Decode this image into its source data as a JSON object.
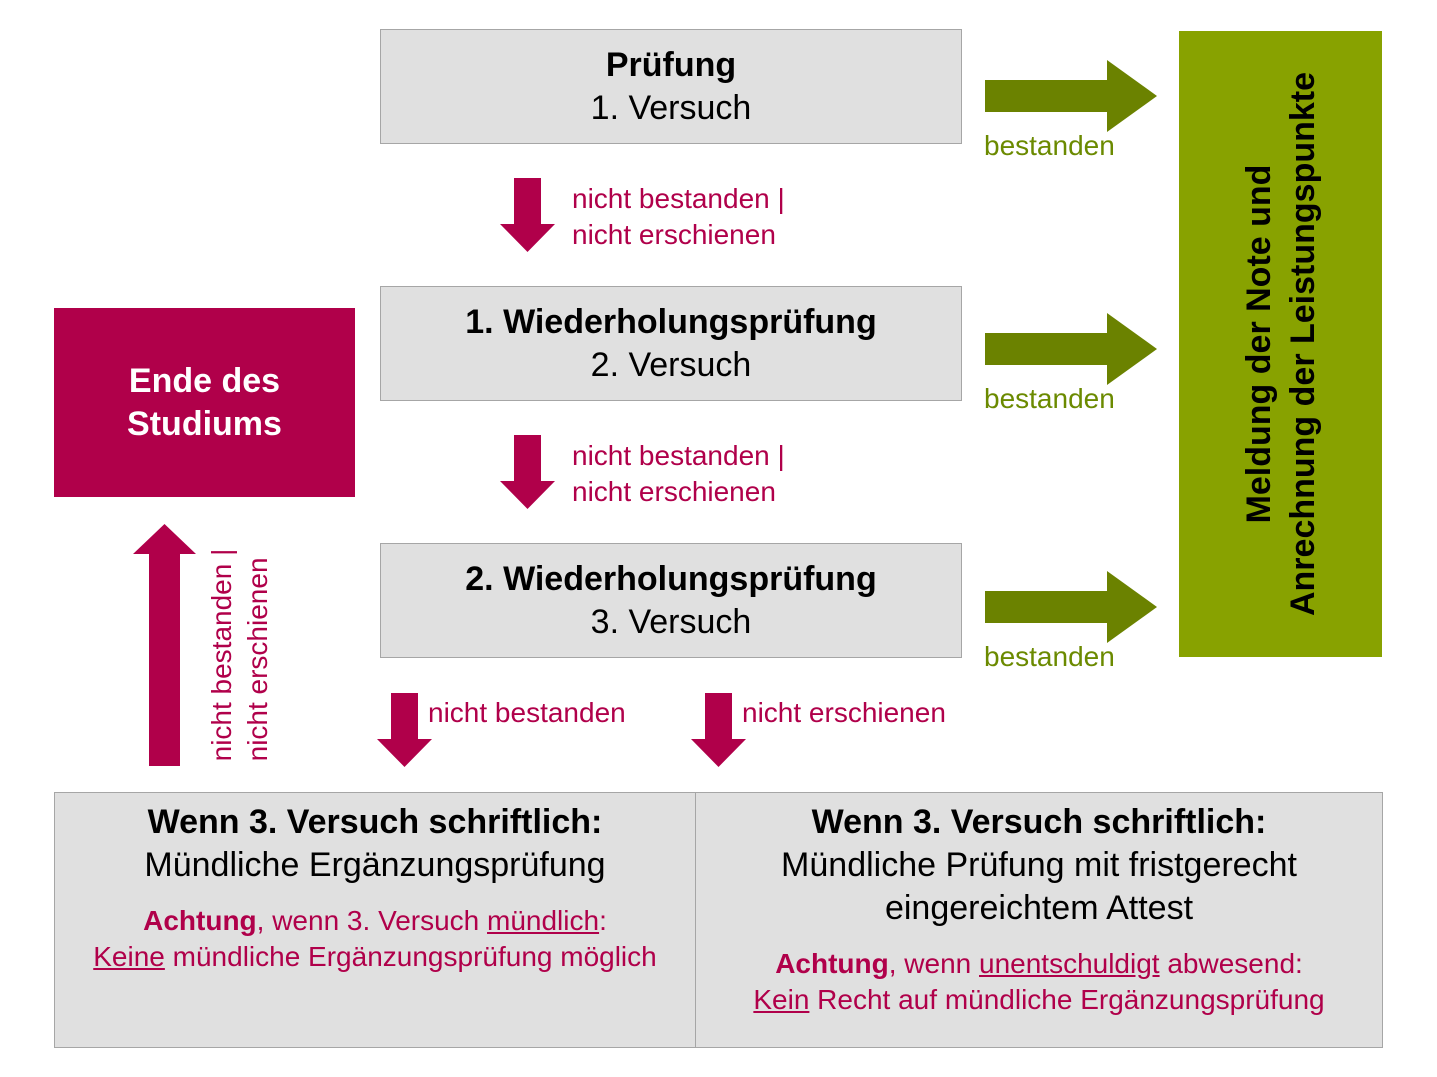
{
  "boxes": {
    "exam1": {
      "title": "Prüfung",
      "sub": "1. Versuch"
    },
    "exam2": {
      "title": "1. Wiederholungsprüfung",
      "sub": "2. Versuch"
    },
    "exam3": {
      "title": "2. Wiederholungsprüfung",
      "sub": "3. Versuch"
    }
  },
  "end_box": {
    "line1": "Ende des",
    "line2": "Studiums"
  },
  "green_box": {
    "line1": "Meldung der Note und",
    "line2": "Anrechnung der Leistungspunkte"
  },
  "labels": {
    "passed": "bestanden",
    "failed_absent_1": "nicht bestanden |",
    "failed_absent_2": "nicht erschienen",
    "failed": "nicht bestanden",
    "absent": "nicht erschienen"
  },
  "colors": {
    "red": "#b0004a",
    "green_box": "#88a200",
    "green_arrow": "#6b8200",
    "green_text": "#6b8a00",
    "grey": "#e0e0e0"
  },
  "bottom": {
    "left": {
      "heading": "Wenn 3. Versuch schriftlich:",
      "text": "Mündliche Ergänzungsprüfung",
      "note_bold": "Achtung",
      "note_mid": ", wenn 3. Versuch ",
      "note_u": "mündlich",
      "note_end": ":",
      "note2_u": "Keine",
      "note2_rest": " mündliche Ergänzungsprüfung möglich"
    },
    "right": {
      "heading": "Wenn 3. Versuch schriftlich:",
      "text1": "Mündliche Prüfung mit fristgerecht",
      "text2": "eingereichtem Attest",
      "note_bold": "Achtung",
      "note_mid": ", wenn ",
      "note_u": "unentschuldigt",
      "note_end": " abwesend:",
      "note2_u": "Kein",
      "note2_rest": " Recht auf mündliche Ergänzungsprüfung"
    }
  }
}
